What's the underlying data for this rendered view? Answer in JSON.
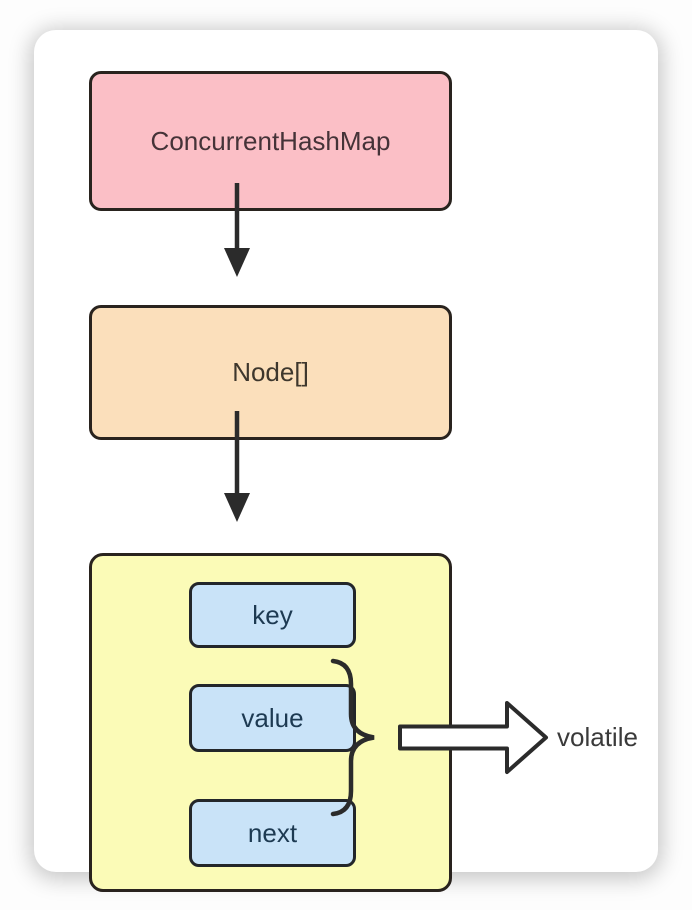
{
  "diagram": {
    "root_box": {
      "label": "ConcurrentHashMap",
      "fill": "#fbbfc6",
      "text_color": "#453338"
    },
    "array_box": {
      "label": "Node[]",
      "fill": "#fbdfbb",
      "text_color": "#3e372d"
    },
    "node_container": {
      "fill": "#fbfbb7",
      "fields": [
        {
          "label": "key",
          "fill": "#c9e3f8",
          "text_color": "#1d3a52"
        },
        {
          "label": "value",
          "fill": "#c9e3f8",
          "text_color": "#1d3a52"
        },
        {
          "label": "next",
          "fill": "#c9e3f8",
          "text_color": "#1d3a52"
        }
      ]
    },
    "annotation": {
      "label": "volatile",
      "text_color": "#3a3a3a"
    },
    "style": {
      "border_color": "#29231e",
      "connector_color": "#2b2b2b",
      "card_background": "#ffffff",
      "page_background": "#fdfdfd"
    }
  }
}
